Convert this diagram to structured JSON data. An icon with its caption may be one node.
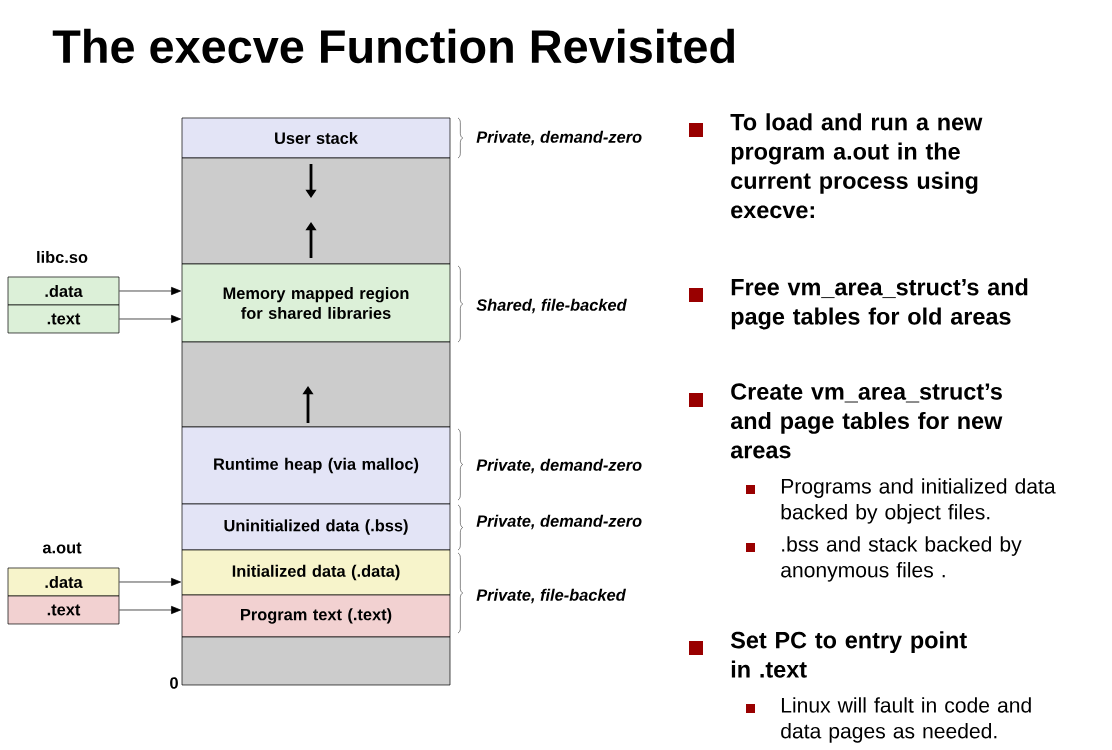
{
  "diagram": {
    "title": "The execve Function Revisited",
    "nodes": [
      {
        "text": [
          "User stack"
        ]
      },
      {
        "text": [],
        "shape": "box"
      },
      {
        "text": [
          "Memory mapped region for shared libraries"
        ]
      },
      {
        "text": [],
        "shape": "box"
      },
      {
        "text": [
          "Runtime heap (via malloc)"
        ]
      },
      {
        "text": [
          "Uninitialized data (.bss)"
        ]
      },
      {
        "text": [
          "Initialized data (.data)"
        ]
      },
      {
        "text": [
          "Program text (.text)"
        ]
      },
      {
        "text": [],
        "shape": "box"
      },
      {
        "text": [
          ".data"
        ]
      },
      {
        "text": [
          ".text"
        ]
      },
      {
        "text": [
          ".data"
        ]
      },
      {
        "text": [
          ".text"
        ]
      }
    ],
    "edges": [
      {
        "from": 9,
        "to": 2,
        "arrow": "to"
      },
      {
        "from": 10,
        "to": 2,
        "arrow": "to"
      },
      {
        "from": 11,
        "to": 6,
        "arrow": "to"
      },
      {
        "from": 12,
        "to": 7,
        "arrow": "to"
      }
    ],
    "labels": [
      "libc.so",
      "a.out",
      "0",
      "Private, demand-zero",
      "Shared, file-backed",
      "Private, demand-zero",
      "Private, demand-zero",
      "Private, file-backed",
      "To load and run a new program a.out in the current process using execve:",
      "Free vm_area_struct’s and page tables for old areas",
      "Create vm_area_struct’s and page tables for new areas",
      "Programs and initialized data backed by object files.",
      ".bss and stack backed by anonymous files .",
      "Set PC to entry point in .text",
      "Linux will fault in code and data pages as needed."
    ]
  }
}
